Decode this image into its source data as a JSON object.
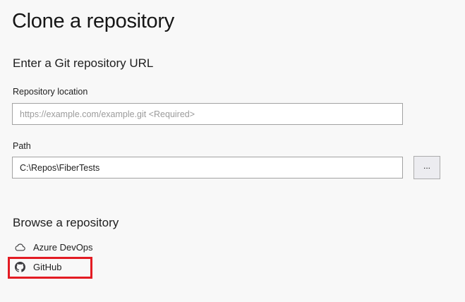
{
  "page": {
    "title": "Clone a repository"
  },
  "url_section": {
    "heading": "Enter a Git repository URL",
    "repository_location": {
      "label": "Repository location",
      "placeholder": "https://example.com/example.git <Required>",
      "value": ""
    },
    "path": {
      "label": "Path",
      "value": "C:\\Repos\\FiberTests"
    },
    "browse_button_label": "..."
  },
  "browse_section": {
    "heading": "Browse a repository",
    "providers": [
      {
        "label": "Azure DevOps",
        "icon": "cloud-icon",
        "highlighted": false
      },
      {
        "label": "GitHub",
        "icon": "github-icon",
        "highlighted": true
      }
    ]
  },
  "annotations": {
    "highlight_target": "GitHub",
    "highlight_color": "#e31b23"
  },
  "colors": {
    "background": "#f8f8f8",
    "text": "#1e1e1e",
    "placeholder": "#9b9b9b",
    "input_border": "#a2a2a2",
    "button_background": "#ececf0",
    "button_border": "#acacac"
  }
}
